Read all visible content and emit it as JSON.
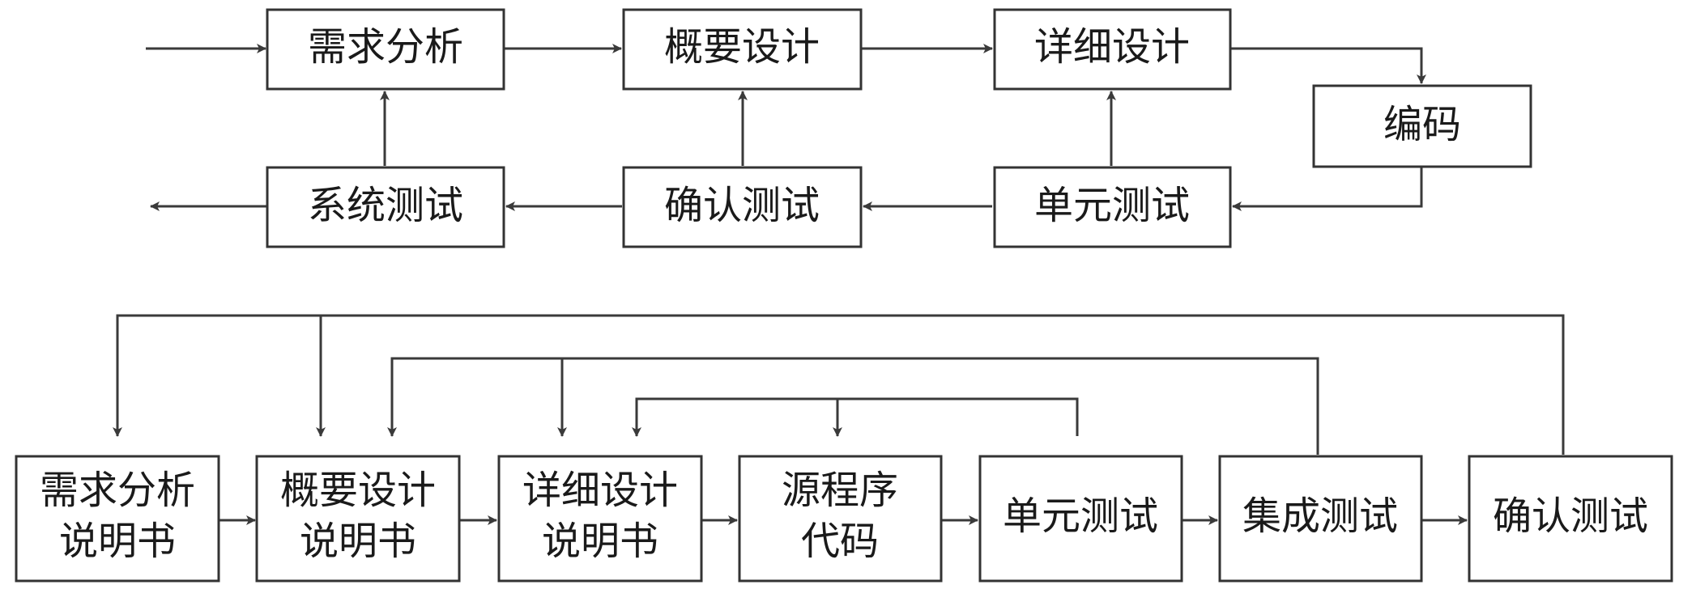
{
  "top_flow": {
    "requirements_analysis": "需求分析",
    "outline_design": "概要设计",
    "detailed_design": "详细设计",
    "coding": "编码",
    "unit_test": "单元测试",
    "acceptance_test": "确认测试",
    "system_test": "系统测试"
  },
  "bottom_flow": {
    "requirements_spec": [
      "需求分析",
      "说明书"
    ],
    "outline_spec": [
      "概要设计",
      "说明书"
    ],
    "detailed_spec": [
      "详细设计",
      "说明书"
    ],
    "source_code": [
      "源程序",
      "代码"
    ],
    "unit_test": "单元测试",
    "integration_test": "集成测试",
    "acceptance_test": "确认测试"
  },
  "colors": {
    "line": "#3a3a3a",
    "box_stroke": "#333333",
    "text": "#1a1a1a"
  }
}
